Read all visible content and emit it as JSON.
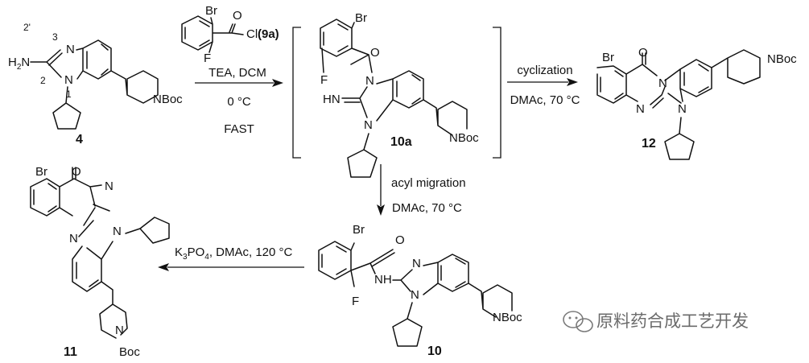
{
  "compounds": {
    "c4": {
      "label": "4"
    },
    "c10a": {
      "label": "10a"
    },
    "c12": {
      "label": "12"
    },
    "c10": {
      "label": "10"
    },
    "c11": {
      "label": "11"
    }
  },
  "atoms": {
    "Br": "Br",
    "F": "F",
    "Cl": "Cl",
    "O": "O",
    "N": "N",
    "NH": "NH",
    "HN": "HN",
    "NBoc": "NBoc",
    "N_boc_vert": "N",
    "Boc": "Boc",
    "H2N_H": "H",
    "H2N_sub": "2",
    "H2N_N": "N"
  },
  "numbering": {
    "n2p": "2'",
    "n3": "3",
    "n2": "2",
    "n1": "1"
  },
  "reagent": {
    "label": "(9a)"
  },
  "step1": {
    "line1": "TEA, DCM",
    "line2": "0 °C",
    "line3": "FAST"
  },
  "step2": {
    "line1": "cyclization",
    "line2": "DMAc, 70 °C"
  },
  "step3": {
    "line1": "acyl migration",
    "line2": "DMAc, 70 °C"
  },
  "step4": {
    "k": "K",
    "sub3": "3",
    "po": "PO",
    "sub4": "4",
    "rest": ", DMAc, 120 °C"
  },
  "watermark": {
    "text": "原料药合成工艺开发",
    "icon": "wechat-icon"
  }
}
